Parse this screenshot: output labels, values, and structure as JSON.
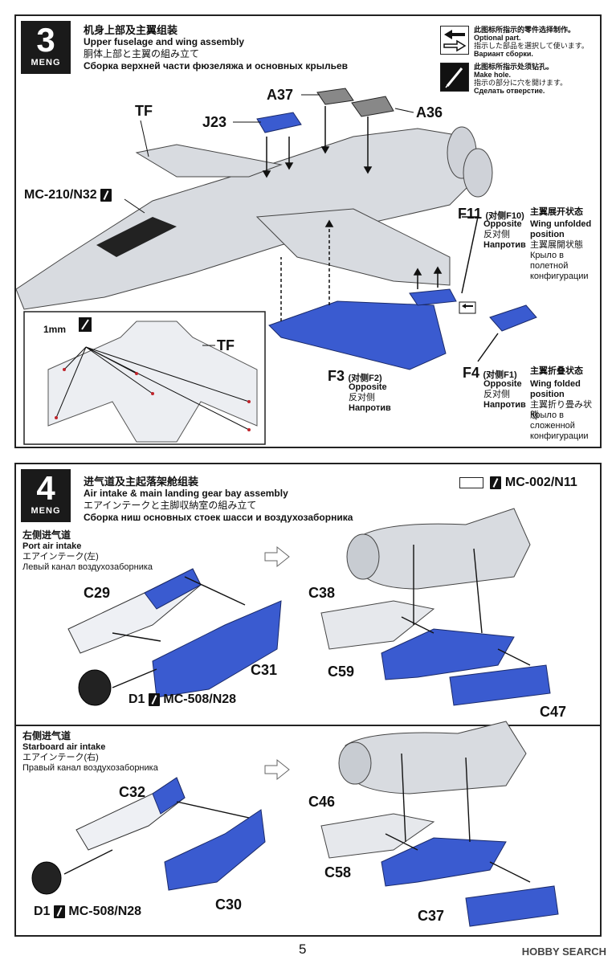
{
  "step3": {
    "number": "3",
    "brand": "MENG",
    "title_zh": "机身上部及主翼组装",
    "title_en": "Upper fuselage and wing assembly",
    "title_ja": "胴体上部と主翼の組み立て",
    "title_ru": "Сборка верхней части фюзеляжа и основных крыльев",
    "legend": {
      "optional_zh": "此图标所指示的零件选择制作。",
      "optional_en": "Optional part.",
      "optional_ja": "指示した部品を選択して使います。",
      "optional_ru": "Вариант сборки.",
      "hole_zh": "此图标所指示处须钻孔。",
      "hole_en": "Make hole.",
      "hole_ja": "指示の部分に穴を開けます。",
      "hole_ru": "Сделать отверстие."
    },
    "labels": {
      "tf": "TF",
      "j23": "J23",
      "a37": "A37",
      "a36": "A36",
      "mc210": "MC-210/N32",
      "f11": "F11",
      "f11_opp": "(对侧F10)",
      "opposite_en": "Opposite",
      "opposite_zh": "反对侧",
      "opposite_ru": "Напротив",
      "unfolded_zh": "主翼展开状态",
      "unfolded_en1": "Wing unfolded",
      "unfolded_en2": "position",
      "unfolded_ja": "主翼展開状態",
      "unfolded_ru1": "Крыло в",
      "unfolded_ru2": "полетной",
      "unfolded_ru3": "конфигурации",
      "f4": "F4",
      "f4_opp": "(对侧F1)",
      "folded_zh": "主翼折叠状态",
      "folded_en1": "Wing folded",
      "folded_en2": "position",
      "folded_ja": "主翼折り畳み状態",
      "folded_ru1": "Крыло в",
      "folded_ru2": "сложенной",
      "folded_ru3": "конфигурации",
      "f3": "F3",
      "f3_opp": "(对侧F2)",
      "mm": "1mm",
      "inset_tf": "TF"
    }
  },
  "step4": {
    "number": "4",
    "brand": "MENG",
    "title_zh": "进气道及主起落架舱组装",
    "title_en": "Air intake & main landing gear bay assembly",
    "title_ja": "エアインテークと主脚収納室の組み立て",
    "title_ru": "Сборка ниш основных стоек шасси и воздухозаборника",
    "paint_code": "MC-002/N11",
    "port": {
      "zh": "左侧进气道",
      "en": "Port air intake",
      "ja": "エアインテーク(左)",
      "ru": "Левый канал воздухозаборника"
    },
    "starboard": {
      "zh": "右侧进气道",
      "en": "Starboard air intake",
      "ja": "エアインテーク(右)",
      "ru": "Правый канал воздухозаборника"
    },
    "labels": {
      "c29": "C29",
      "c31": "C31",
      "d1a": "D1",
      "mc508a": "MC-508/N28",
      "c38": "C38",
      "c59": "C59",
      "c47": "C47",
      "c32": "C32",
      "c30": "C30",
      "d1b": "D1",
      "mc508b": "MC-508/N28",
      "c46": "C46",
      "c58": "C58",
      "c37": "C37"
    }
  },
  "footer": {
    "page": "5",
    "watermark": "HOBBY SEARCH"
  }
}
